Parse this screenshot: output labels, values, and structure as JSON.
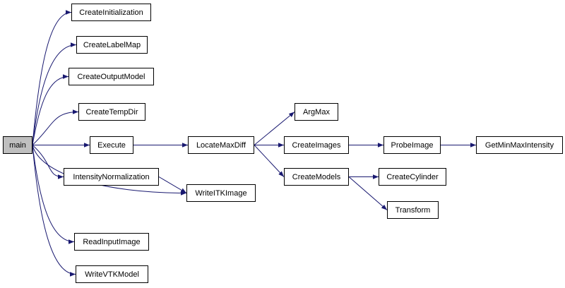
{
  "diagram": {
    "colors": {
      "edge": "#191970",
      "root_fill": "#bfbfbf",
      "node_border": "#000000"
    },
    "nodes": {
      "main": "main",
      "createinitialization": "CreateInitialization",
      "createlabelmap": "CreateLabelMap",
      "createoutputmodel": "CreateOutputModel",
      "createtempdir": "CreateTempDir",
      "execute": "Execute",
      "intensitynormalization": "IntensityNormalization",
      "writeitkimage": "WriteITKImage",
      "readinputimage": "ReadInputImage",
      "writevtkmodel": "WriteVTKModel",
      "locatemaxdiff": "LocateMaxDiff",
      "argmax": "ArgMax",
      "createimages": "CreateImages",
      "createmodels": "CreateModels",
      "probeimage": "ProbeImage",
      "getminmaxintensity": "GetMinMaxIntensity",
      "createcylinder": "CreateCylinder",
      "transform": "Transform"
    },
    "edges": [
      [
        "main",
        "createinitialization"
      ],
      [
        "main",
        "createlabelmap"
      ],
      [
        "main",
        "createoutputmodel"
      ],
      [
        "main",
        "createtempdir"
      ],
      [
        "main",
        "execute"
      ],
      [
        "main",
        "intensitynormalization"
      ],
      [
        "main",
        "writeitkimage"
      ],
      [
        "main",
        "readinputimage"
      ],
      [
        "main",
        "writevtkmodel"
      ],
      [
        "execute",
        "locatemaxdiff"
      ],
      [
        "intensitynormalization",
        "writeitkimage"
      ],
      [
        "locatemaxdiff",
        "argmax"
      ],
      [
        "locatemaxdiff",
        "createimages"
      ],
      [
        "locatemaxdiff",
        "createmodels"
      ],
      [
        "createimages",
        "probeimage"
      ],
      [
        "probeimage",
        "getminmaxintensity"
      ],
      [
        "createmodels",
        "createcylinder"
      ],
      [
        "createmodels",
        "transform"
      ]
    ]
  }
}
